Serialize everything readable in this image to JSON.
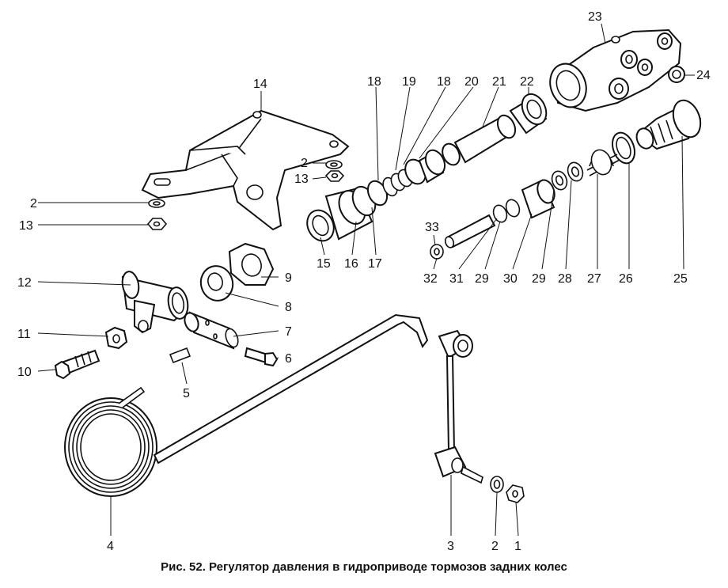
{
  "caption": "Рис. 52. Регулятор давления в гидроприводе тормозов задних колес",
  "labels": {
    "n1": "1",
    "n2a": "2",
    "n2b": "2",
    "n2c": "2",
    "n3": "3",
    "n4": "4",
    "n5": "5",
    "n6": "6",
    "n7": "7",
    "n8": "8",
    "n9": "9",
    "n10": "10",
    "n11": "11",
    "n12": "12",
    "n13a": "13",
    "n13b": "13",
    "n14": "14",
    "n15": "15",
    "n16": "16",
    "n17": "17",
    "n18a": "18",
    "n18b": "18",
    "n19": "19",
    "n20": "20",
    "n21": "21",
    "n22": "22",
    "n23": "23",
    "n24": "24",
    "n25": "25",
    "n26": "26",
    "n27": "27",
    "n28": "28",
    "n29a": "29",
    "n29b": "29",
    "n30": "30",
    "n31": "31",
    "n32": "32",
    "n33": "33"
  }
}
